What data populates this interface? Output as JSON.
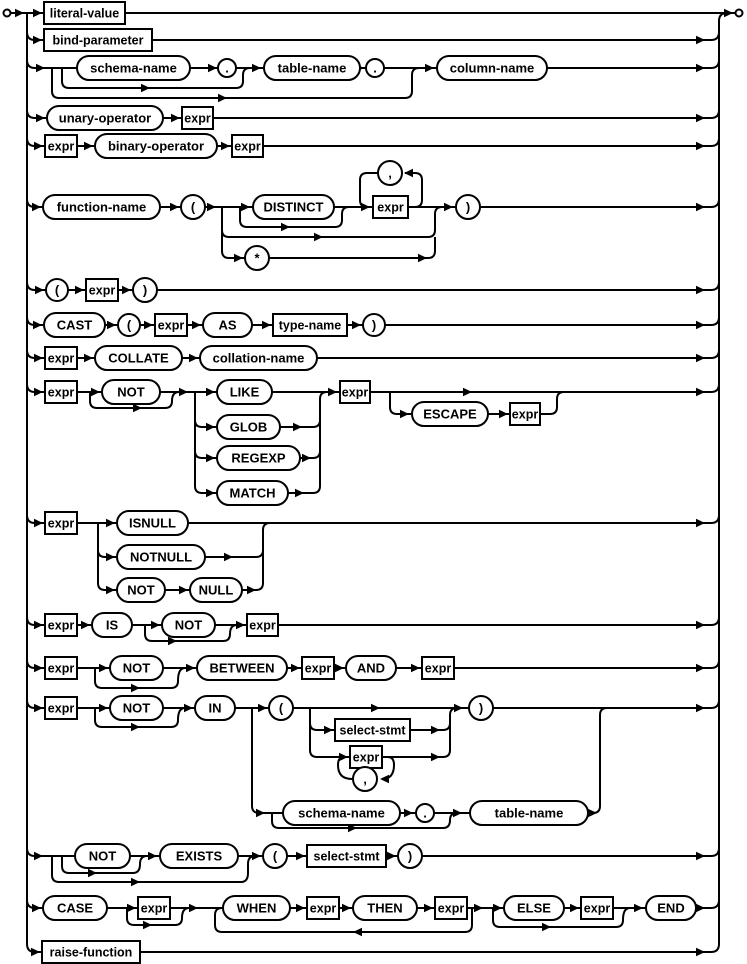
{
  "diagram": {
    "kind": "railroad-syntax-diagram",
    "colors": {
      "line": "#000000",
      "node_fill": "#ffffff",
      "background": "#ffffff"
    },
    "nodes": [
      {
        "label": "literal-value",
        "type": "nonterminal"
      },
      {
        "label": "bind-parameter",
        "type": "nonterminal"
      },
      {
        "label": "schema-name",
        "type": "nonterminal"
      },
      {
        "label": ".",
        "type": "punctuation"
      },
      {
        "label": "table-name",
        "type": "nonterminal"
      },
      {
        "label": ".",
        "type": "punctuation"
      },
      {
        "label": "column-name",
        "type": "nonterminal"
      },
      {
        "label": "unary-operator",
        "type": "nonterminal"
      },
      {
        "label": "expr",
        "type": "nonterminal"
      },
      {
        "label": "expr",
        "type": "nonterminal"
      },
      {
        "label": "binary-operator",
        "type": "nonterminal"
      },
      {
        "label": "expr",
        "type": "nonterminal"
      },
      {
        "label": "function-name",
        "type": "nonterminal"
      },
      {
        "label": "(",
        "type": "punctuation"
      },
      {
        "label": "DISTINCT",
        "type": "keyword"
      },
      {
        "label": ",",
        "type": "punctuation"
      },
      {
        "label": "expr",
        "type": "nonterminal"
      },
      {
        "label": "*",
        "type": "punctuation"
      },
      {
        "label": ")",
        "type": "punctuation"
      },
      {
        "label": "(",
        "type": "punctuation"
      },
      {
        "label": "expr",
        "type": "nonterminal"
      },
      {
        "label": ")",
        "type": "punctuation"
      },
      {
        "label": "CAST",
        "type": "keyword"
      },
      {
        "label": "(",
        "type": "punctuation"
      },
      {
        "label": "expr",
        "type": "nonterminal"
      },
      {
        "label": "AS",
        "type": "keyword"
      },
      {
        "label": "type-name",
        "type": "nonterminal"
      },
      {
        "label": ")",
        "type": "punctuation"
      },
      {
        "label": "expr",
        "type": "nonterminal"
      },
      {
        "label": "COLLATE",
        "type": "keyword"
      },
      {
        "label": "collation-name",
        "type": "nonterminal"
      },
      {
        "label": "expr",
        "type": "nonterminal"
      },
      {
        "label": "NOT",
        "type": "keyword"
      },
      {
        "label": "LIKE",
        "type": "keyword"
      },
      {
        "label": "GLOB",
        "type": "keyword"
      },
      {
        "label": "REGEXP",
        "type": "keyword"
      },
      {
        "label": "MATCH",
        "type": "keyword"
      },
      {
        "label": "expr",
        "type": "nonterminal"
      },
      {
        "label": "ESCAPE",
        "type": "keyword"
      },
      {
        "label": "expr",
        "type": "nonterminal"
      },
      {
        "label": "expr",
        "type": "nonterminal"
      },
      {
        "label": "ISNULL",
        "type": "keyword"
      },
      {
        "label": "NOTNULL",
        "type": "keyword"
      },
      {
        "label": "NOT",
        "type": "keyword"
      },
      {
        "label": "NULL",
        "type": "keyword"
      },
      {
        "label": "expr",
        "type": "nonterminal"
      },
      {
        "label": "IS",
        "type": "keyword"
      },
      {
        "label": "NOT",
        "type": "keyword"
      },
      {
        "label": "expr",
        "type": "nonterminal"
      },
      {
        "label": "expr",
        "type": "nonterminal"
      },
      {
        "label": "NOT",
        "type": "keyword"
      },
      {
        "label": "BETWEEN",
        "type": "keyword"
      },
      {
        "label": "expr",
        "type": "nonterminal"
      },
      {
        "label": "AND",
        "type": "keyword"
      },
      {
        "label": "expr",
        "type": "nonterminal"
      },
      {
        "label": "expr",
        "type": "nonterminal"
      },
      {
        "label": "NOT",
        "type": "keyword"
      },
      {
        "label": "IN",
        "type": "keyword"
      },
      {
        "label": "(",
        "type": "punctuation"
      },
      {
        "label": "select-stmt",
        "type": "nonterminal"
      },
      {
        "label": "expr",
        "type": "nonterminal"
      },
      {
        "label": ",",
        "type": "punctuation"
      },
      {
        "label": ")",
        "type": "punctuation"
      },
      {
        "label": "schema-name",
        "type": "nonterminal"
      },
      {
        "label": ".",
        "type": "punctuation"
      },
      {
        "label": "table-name",
        "type": "nonterminal"
      },
      {
        "label": "NOT",
        "type": "keyword"
      },
      {
        "label": "EXISTS",
        "type": "keyword"
      },
      {
        "label": "(",
        "type": "punctuation"
      },
      {
        "label": "select-stmt",
        "type": "nonterminal"
      },
      {
        "label": ")",
        "type": "punctuation"
      },
      {
        "label": "CASE",
        "type": "keyword"
      },
      {
        "label": "expr",
        "type": "nonterminal"
      },
      {
        "label": "WHEN",
        "type": "keyword"
      },
      {
        "label": "expr",
        "type": "nonterminal"
      },
      {
        "label": "THEN",
        "type": "keyword"
      },
      {
        "label": "expr",
        "type": "nonterminal"
      },
      {
        "label": "ELSE",
        "type": "keyword"
      },
      {
        "label": "expr",
        "type": "nonterminal"
      },
      {
        "label": "END",
        "type": "keyword"
      },
      {
        "label": "raise-function",
        "type": "nonterminal"
      }
    ]
  }
}
